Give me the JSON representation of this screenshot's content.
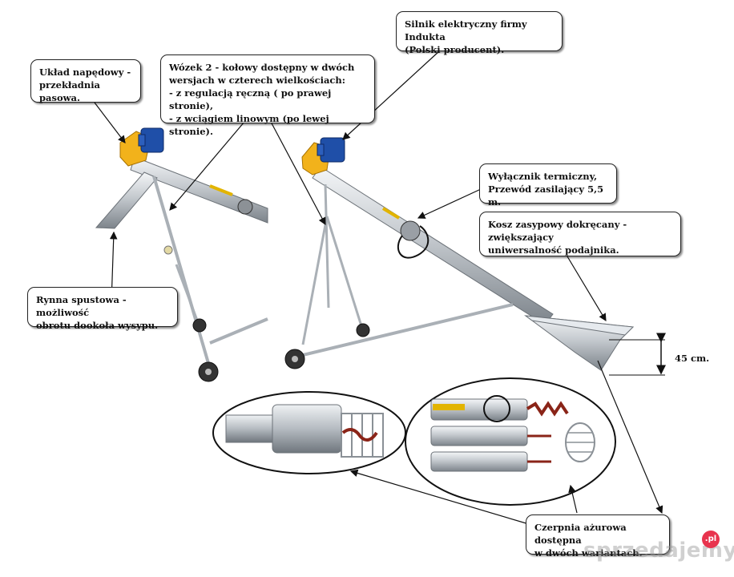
{
  "callouts": {
    "drive": "Układ napędowy -\nprzekładnia pasowa.",
    "cart": "Wózek 2 - kołowy dostępny w dwóch\nwersjach w czterech wielkościach:\n- z regulacją ręczną ( po prawej stronie),\n- z wciągiem linowym (po lewej stronie).",
    "motor": "Silnik elektryczny firmy Indukta\n(Polski producent).",
    "switch": "Wyłącznik termiczny,\nPrzewód zasilający 5,5 m.",
    "hopper": "Kosz zasypowy dokręcany - zwiększający\nuniwersalność podajnika.",
    "chute": "Rynna spustowa - możliwość\nobrotu dookoła wysypu.",
    "intake": "Czerpnia ażurowa dostępna\nw dwóch wariantach."
  },
  "dimension": {
    "label": "45 cm."
  },
  "watermark": {
    "text": "sprzedajemy",
    "badge": ".pl"
  },
  "colors": {
    "motor_blue": "#1f4fa8",
    "pulley_yellow": "#f2b21b",
    "steel": "#c9ced3",
    "steel_dark": "#8a9096",
    "auger_red": "#8a2418"
  }
}
